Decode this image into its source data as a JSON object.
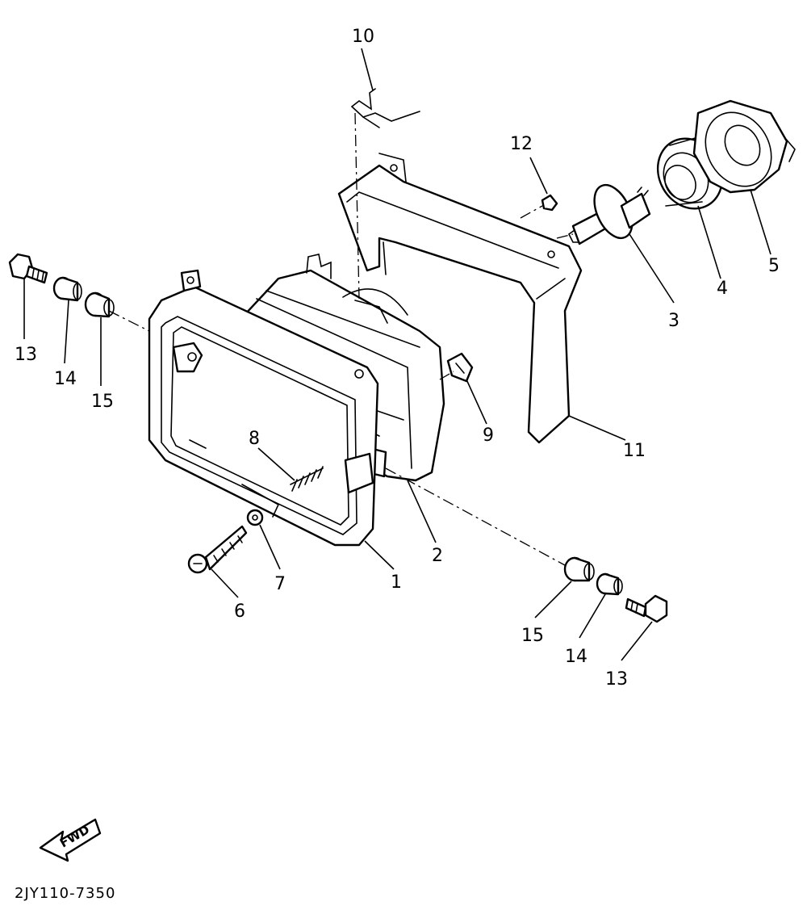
{
  "diagram": {
    "labels": {
      "p1": "1",
      "p2": "2",
      "p3": "3",
      "p4": "4",
      "p5": "5",
      "p6": "6",
      "p7": "7",
      "p8": "8",
      "p9": "9",
      "p10": "10",
      "p11": "11",
      "p12": "12",
      "p13_left": "13",
      "p14_left": "14",
      "p15_left": "15",
      "p13_right": "13",
      "p14_right": "14",
      "p15_right": "15"
    },
    "fwd_arrow": "FWD",
    "drawing_code": "2JY110-7350"
  }
}
